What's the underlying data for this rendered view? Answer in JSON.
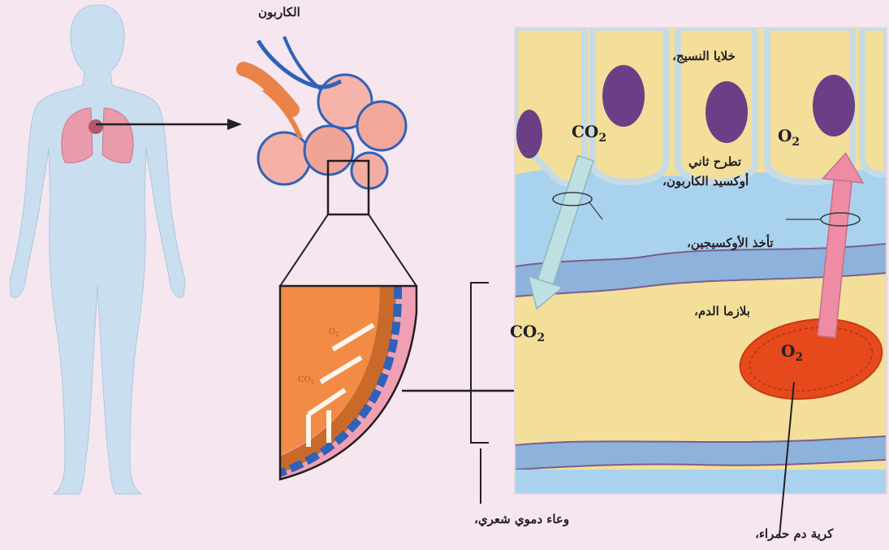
{
  "labels": {
    "top_fragment": "الكاربون",
    "tissue_cells": "خلايا النسيج،",
    "co2_release_line1": "تطرح ثاني",
    "co2_release_line2": "أوكسيد الكاربون،",
    "o2_take": "تأخذ الأوكسيجين،",
    "plasma": "بلازما الدم،",
    "capillary": "وعاء دموي شعري،",
    "red_cell": "كرية دم حمراء،"
  },
  "chem": {
    "co2_top": {
      "base": "CO",
      "sub": "2"
    },
    "o2_top": {
      "base": "O",
      "sub": "2"
    },
    "co2_left": {
      "base": "CO",
      "sub": "2"
    },
    "o2_cell": {
      "base": "O",
      "sub": "2"
    }
  },
  "inset_chem": {
    "o2": {
      "base": "O",
      "sub": "2"
    },
    "co2": {
      "base": "CO",
      "sub": "2"
    }
  },
  "colors": {
    "background": "#f5e6ef",
    "body_silhouette": "#c9dff0",
    "lung": "#e99aab",
    "cell_yellow": "#f3df9a",
    "nucleus": "#6a3f86",
    "interstitial_blue": "#a9d2ee",
    "plasma": "#f6dc8e",
    "red_cell": "#e64a1c",
    "co2_arrow": "#bfe0e3",
    "o2_arrow": "#ee8ca6"
  }
}
